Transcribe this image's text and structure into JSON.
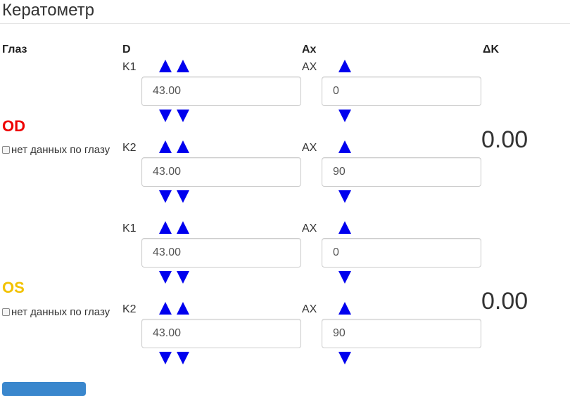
{
  "title": "Кератометр",
  "headers": {
    "eye": "Глаз",
    "d": "D",
    "ax": "Ax",
    "dk": "ΔK"
  },
  "eyes": [
    {
      "name": "OD",
      "color": "#ee0000",
      "no_data_label": "нет данных по глазу",
      "no_data_checked": false,
      "delta_k": "0.00",
      "rows": [
        {
          "k_label": "K1",
          "ax_label": "AX",
          "d_value": "43.00",
          "ax_value": "0"
        },
        {
          "k_label": "K2",
          "ax_label": "AX",
          "d_value": "43.00",
          "ax_value": "90"
        }
      ]
    },
    {
      "name": "OS",
      "color": "#f2c200",
      "no_data_label": "нет данных по глазу",
      "no_data_checked": false,
      "delta_k": "0.00",
      "rows": [
        {
          "k_label": "K1",
          "ax_label": "AX",
          "d_value": "43.00",
          "ax_value": "0"
        },
        {
          "k_label": "K2",
          "ax_label": "AX",
          "d_value": "43.00",
          "ax_value": "90"
        }
      ]
    }
  ],
  "colors": {
    "arrow": "#0000ee",
    "button": "#3a87cd"
  }
}
